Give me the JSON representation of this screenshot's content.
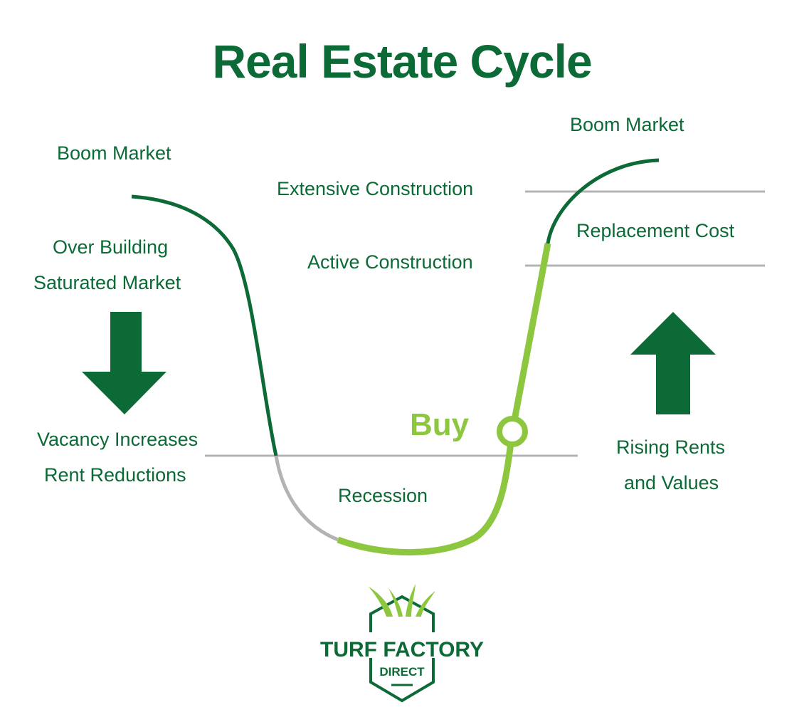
{
  "title": "Real Estate Cycle",
  "labels": {
    "boom_left": "Boom Market",
    "over_building": "Over Building",
    "saturated_market": "Saturated Market",
    "vacancy_increases": "Vacancy Increases",
    "rent_reductions": "Rent Reductions",
    "extensive_construction": "Extensive Construction",
    "active_construction": "Active Construction",
    "recession": "Recession",
    "buy": "Buy",
    "boom_right": "Boom Market",
    "replacement_cost": "Replacement Cost",
    "rising_rents": "Rising Rents",
    "and_values": "and Values"
  },
  "logo": {
    "name": "TURF FACTORY",
    "sub": "DIRECT"
  },
  "colors": {
    "dark_green": "#0c6a36",
    "light_green": "#8dc63f",
    "gray": "#b3b3b3"
  }
}
